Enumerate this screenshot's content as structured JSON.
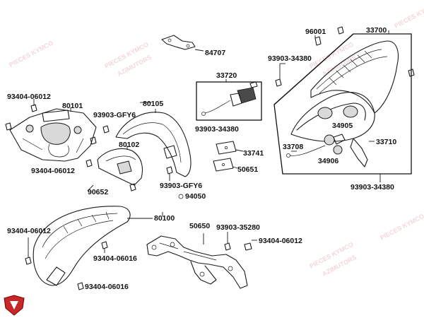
{
  "watermark": {
    "line1": "PIECES KYMCO",
    "line2": "AZIMUTORS"
  },
  "labels": {
    "p84707": "84707",
    "p96001": "96001",
    "p33700": "33700",
    "p93903_34380_top": "93903-34380",
    "p33720": "33720",
    "p93404_06012_a": "93404-06012",
    "p80101": "80101",
    "p80105": "80105",
    "p93903_GFY6_a": "93903-GFY6",
    "p93903_34380_mid": "93903-34380",
    "p34905": "34905",
    "p33710": "33710",
    "p33708": "33708",
    "p34906": "34906",
    "p80102": "80102",
    "p33741": "33741",
    "p93404_06012_b": "93404-06012",
    "p50651": "50651",
    "p90652": "90652",
    "p93903_GFY6_b": "93903-GFY6",
    "p94050": "94050",
    "p93903_34380_bot": "93903-34380",
    "p80100": "80100",
    "p50650": "50650",
    "p93903_35280": "93903-35280",
    "p93404_06012_c": "93404-06012",
    "p93404_06012_d": "93404-06012",
    "p93404_06016_a": "93404-06016",
    "p93404_06016_b": "93404-06016"
  },
  "colors": {
    "logo": "#c62828",
    "watermark": "#e8b9b9"
  }
}
